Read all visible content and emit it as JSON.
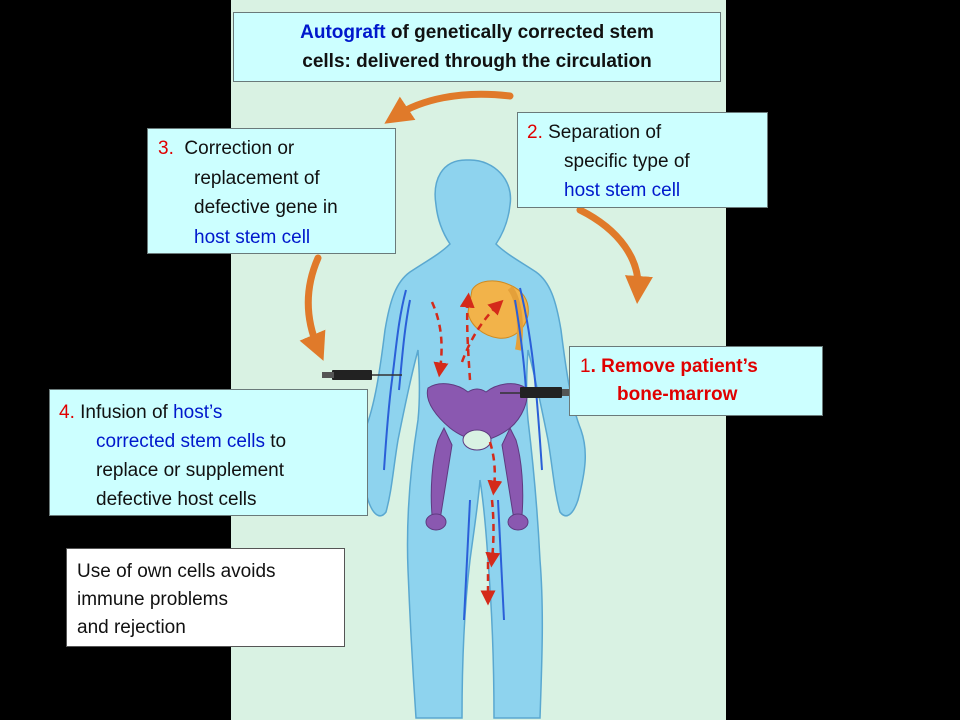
{
  "title": {
    "line1_highlight": "Autograft",
    "line1_rest": " of genetically corrected stem",
    "line2": "cells: delivered through the circulation"
  },
  "step1": {
    "number": "1",
    "line1": ". Remove patient’s",
    "line2": "bone-marrow"
  },
  "step2": {
    "number": "2.",
    "line1": " Separation of",
    "line2": "specific type of",
    "line3": "host stem cell"
  },
  "step3": {
    "number": "3.",
    "line1": "  Correction or",
    "line2": "replacement of",
    "line3": "defective gene in",
    "line4": "host stem cell"
  },
  "step4": {
    "number": "4.",
    "line1_a": " Infusion of ",
    "line1_b": "host’s",
    "line2_a": "corrected stem cells",
    "line2_b": " to",
    "line3": "replace or supplement",
    "line4": "defective host cells"
  },
  "note": {
    "line1": "Use of own cells avoids",
    "line2": "immune problems",
    "line3": "and rejection"
  },
  "colors": {
    "background": "#000000",
    "panel": "#d9f2e3",
    "box_fill": "#ccffff",
    "number_red": "#e00000",
    "highlight_blue": "#0018cc",
    "body_blue": "#8ed3ee",
    "bone_purple": "#8a58b0",
    "arrow_orange": "#e07a2a"
  }
}
